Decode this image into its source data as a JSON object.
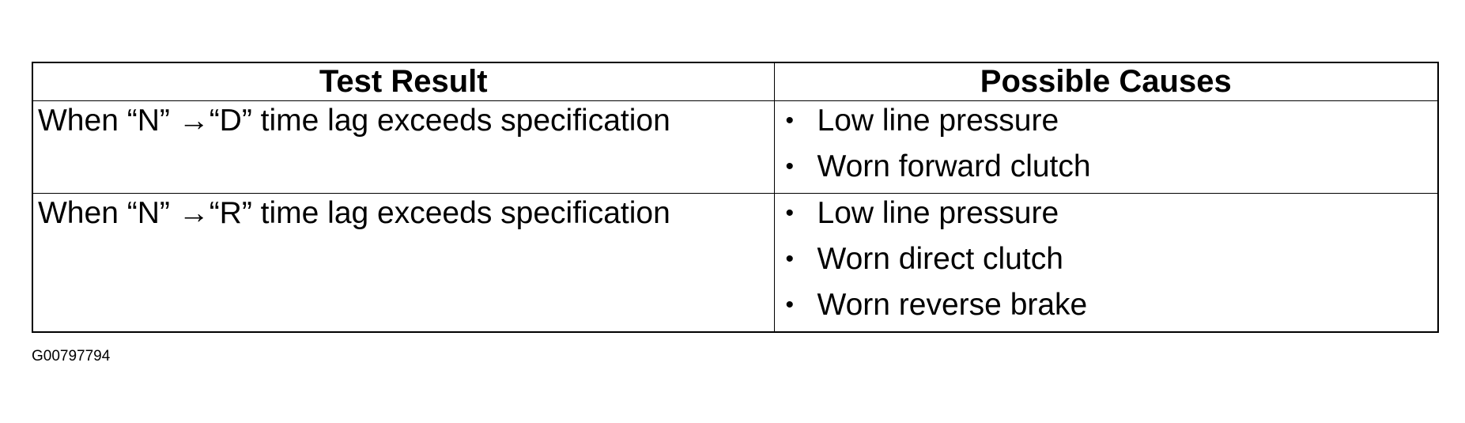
{
  "table": {
    "headers": [
      "Test Result",
      "Possible Causes"
    ],
    "rows": [
      {
        "result": "When “N” →“D” time lag exceeds specification",
        "causes": [
          "Low line pressure",
          "Worn forward clutch"
        ]
      },
      {
        "result": "When “N” →“R” time lag exceeds specification",
        "causes": [
          "Low line pressure",
          "Worn direct clutch",
          "Worn reverse brake"
        ]
      }
    ]
  },
  "figure_id": "G00797794",
  "bullet_glyph": "•"
}
